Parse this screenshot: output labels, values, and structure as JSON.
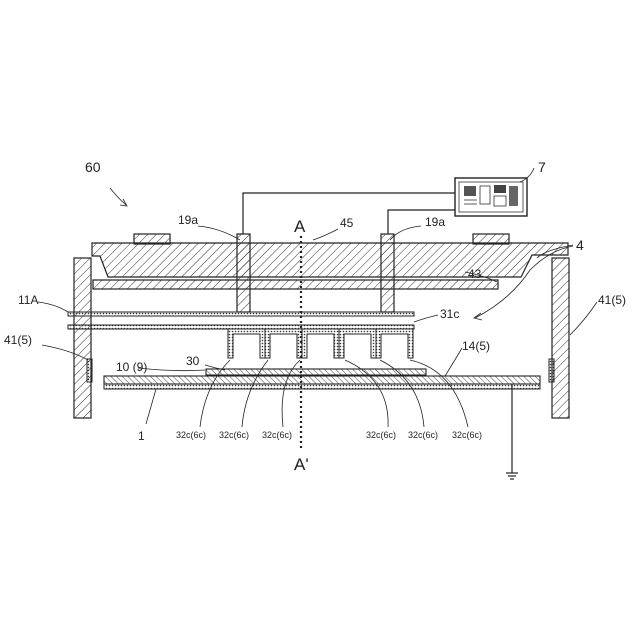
{
  "labels": {
    "l60": "60",
    "l7": "7",
    "l19a_left": "19a",
    "l45": "45",
    "l19a_right": "19a",
    "l4": "4",
    "l43": "43",
    "l11A": "11A",
    "l31c": "31c",
    "l41_left": "41(5)",
    "l41_right": "41(5)",
    "l14": "14(5)",
    "l10": "10 (9)",
    "l30": "30",
    "l1": "1",
    "a_top": "A",
    "a_bottom": "A'",
    "c1": "32c(6c)",
    "c2": "32c(6c)",
    "c3": "32c(6c)",
    "c4": "32c(6c)",
    "c5": "32c(6c)",
    "c6": "32c(6c)"
  }
}
